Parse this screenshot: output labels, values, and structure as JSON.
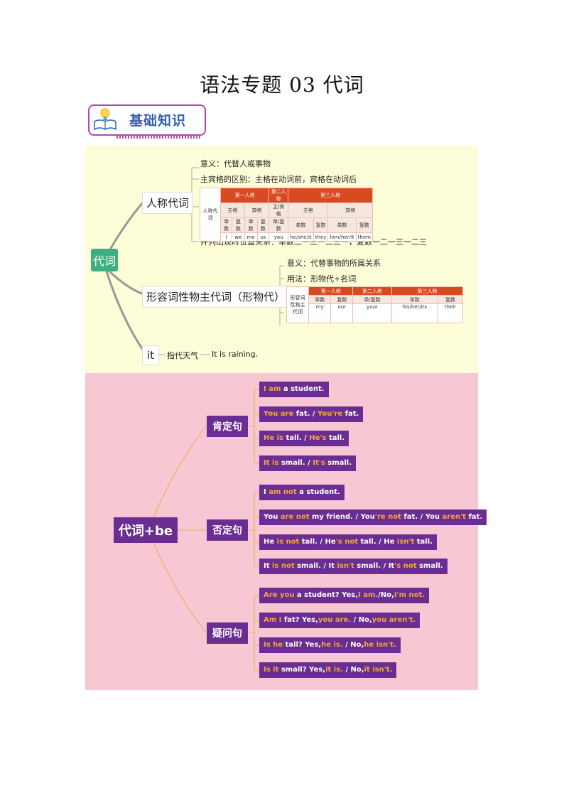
{
  "title": "语法专题 03  代词",
  "badge": {
    "label": "基础知识"
  },
  "mindmap": {
    "root": "代词",
    "personal": {
      "label": "人称代词",
      "meaning": "意义：代替人或事物",
      "case_diff": "主宾格的区别：主格在动词前，宾格在动词后",
      "order": "并列出现时位置关系：单数二一三一二三一，复数一二一三一二三",
      "table": {
        "row_label": "人称代词",
        "persons": [
          "第一人称",
          "第二人称",
          "第三人称"
        ],
        "cases": [
          "主格",
          "宾格",
          "主/宾格",
          "主格",
          "宾格"
        ],
        "numbers": [
          "单数",
          "复数",
          "单数",
          "复数",
          "单/复数",
          "单数",
          "复数",
          "单数",
          "复数"
        ],
        "values": [
          "I",
          "we",
          "me",
          "us",
          "you",
          "he/she/it",
          "they",
          "him/her/it",
          "them"
        ]
      }
    },
    "possessive": {
      "label": "形容词性物主代词（形物代）",
      "meaning": "意义：代替事物的所属关系",
      "usage": "用法：形物代+名词",
      "table": {
        "row_label": "形容词性物主代词",
        "persons": [
          "第一人称",
          "第二人称",
          "第三人称"
        ],
        "numbers": [
          "单数",
          "复数",
          "单/复数",
          "单数",
          "复数"
        ],
        "values": [
          "my",
          "our",
          "your",
          "his/her/its",
          "their"
        ]
      }
    },
    "it": {
      "label": "it",
      "use": "指代天气",
      "example": "It is raining."
    }
  },
  "be_map": {
    "root": "代词+be",
    "positive": {
      "label": "肯定句",
      "sentences": [
        [
          [
            "I am",
            true
          ],
          [
            " a student.",
            false
          ]
        ],
        [
          [
            "You are",
            true
          ],
          [
            " fat. / ",
            false
          ],
          [
            "You're",
            true
          ],
          [
            " fat.",
            false
          ]
        ],
        [
          [
            "He is",
            true
          ],
          [
            " tall. / ",
            false
          ],
          [
            "He's",
            true
          ],
          [
            " tall.",
            false
          ]
        ],
        [
          [
            "It is",
            true
          ],
          [
            " small. / ",
            false
          ],
          [
            "It's",
            true
          ],
          [
            " small.",
            false
          ]
        ]
      ]
    },
    "negative": {
      "label": "否定句",
      "sentences": [
        [
          [
            "I ",
            false
          ],
          [
            "am not",
            true
          ],
          [
            " a student.",
            false
          ]
        ],
        [
          [
            "You ",
            false
          ],
          [
            "are not",
            true
          ],
          [
            " my friend. / You",
            false
          ],
          [
            "'re not",
            true
          ],
          [
            " fat. / You ",
            false
          ],
          [
            "aren't",
            true
          ],
          [
            " fat.",
            false
          ]
        ],
        [
          [
            "He ",
            false
          ],
          [
            "is not",
            true
          ],
          [
            " tall. / He",
            false
          ],
          [
            "'s not",
            true
          ],
          [
            " tall. / He ",
            false
          ],
          [
            "isn't",
            true
          ],
          [
            " tall.",
            false
          ]
        ],
        [
          [
            "It ",
            false
          ],
          [
            "is not",
            true
          ],
          [
            " small. / It ",
            false
          ],
          [
            "isn't",
            true
          ],
          [
            " small. / It",
            false
          ],
          [
            "'s not",
            true
          ],
          [
            " small.",
            false
          ]
        ]
      ]
    },
    "question": {
      "label": "疑问句",
      "sentences": [
        [
          [
            "Are you",
            true
          ],
          [
            " a student? Yes,",
            false
          ],
          [
            "I am.",
            true
          ],
          [
            "/No,",
            false
          ],
          [
            "I'm not.",
            true
          ]
        ],
        [
          [
            "Am I",
            true
          ],
          [
            " fat? Yes,",
            false
          ],
          [
            "you are.",
            true
          ],
          [
            " / No,",
            false
          ],
          [
            "you aren't.",
            true
          ]
        ],
        [
          [
            "Is he",
            true
          ],
          [
            " tall? Yes,",
            false
          ],
          [
            "he is.",
            true
          ],
          [
            " / No,",
            false
          ],
          [
            "he isn't.",
            true
          ]
        ],
        [
          [
            "Is it",
            true
          ],
          [
            " small? Yes,",
            false
          ],
          [
            "it is.",
            true
          ],
          [
            " / No,",
            false
          ],
          [
            "it isn't.",
            true
          ]
        ]
      ]
    }
  },
  "colors": {
    "purple": "#6a2d91",
    "orange": "#f3a63b",
    "green": "#3fae80",
    "table_header": "#d94a22"
  }
}
